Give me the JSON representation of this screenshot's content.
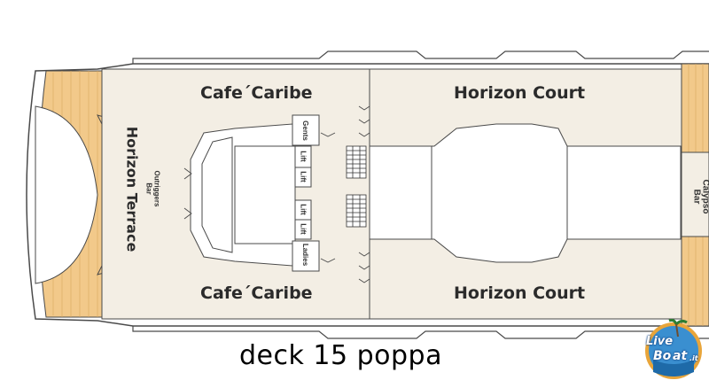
{
  "rooms": {
    "cafe_top": "Cafe´Caribe",
    "cafe_bottom": "Cafe´Caribe",
    "horizon_top": "Horizon Court",
    "horizon_bottom": "Horizon Court",
    "horizon_terrace": "Horizon Terrace",
    "outriggers_bar_line1": "Outriggers",
    "outriggers_bar_line2": "Bar",
    "calypso_bar_line1": "Calypso",
    "calypso_bar_line2": "Bar"
  },
  "facilities": {
    "gents": "Gents",
    "ladies": "Ladies",
    "lifts": [
      "Lift",
      "Lift",
      "Lift",
      "Lift"
    ]
  },
  "caption": "deck 15 poppa",
  "watermark": {
    "line1": "Live",
    "line2": "Bo",
    "line3": "at",
    "suffix": ".it"
  },
  "colors": {
    "deck_interior": "#f3eee4",
    "wood_deck": "#f2c98a",
    "outline": "#4a4a4a"
  }
}
